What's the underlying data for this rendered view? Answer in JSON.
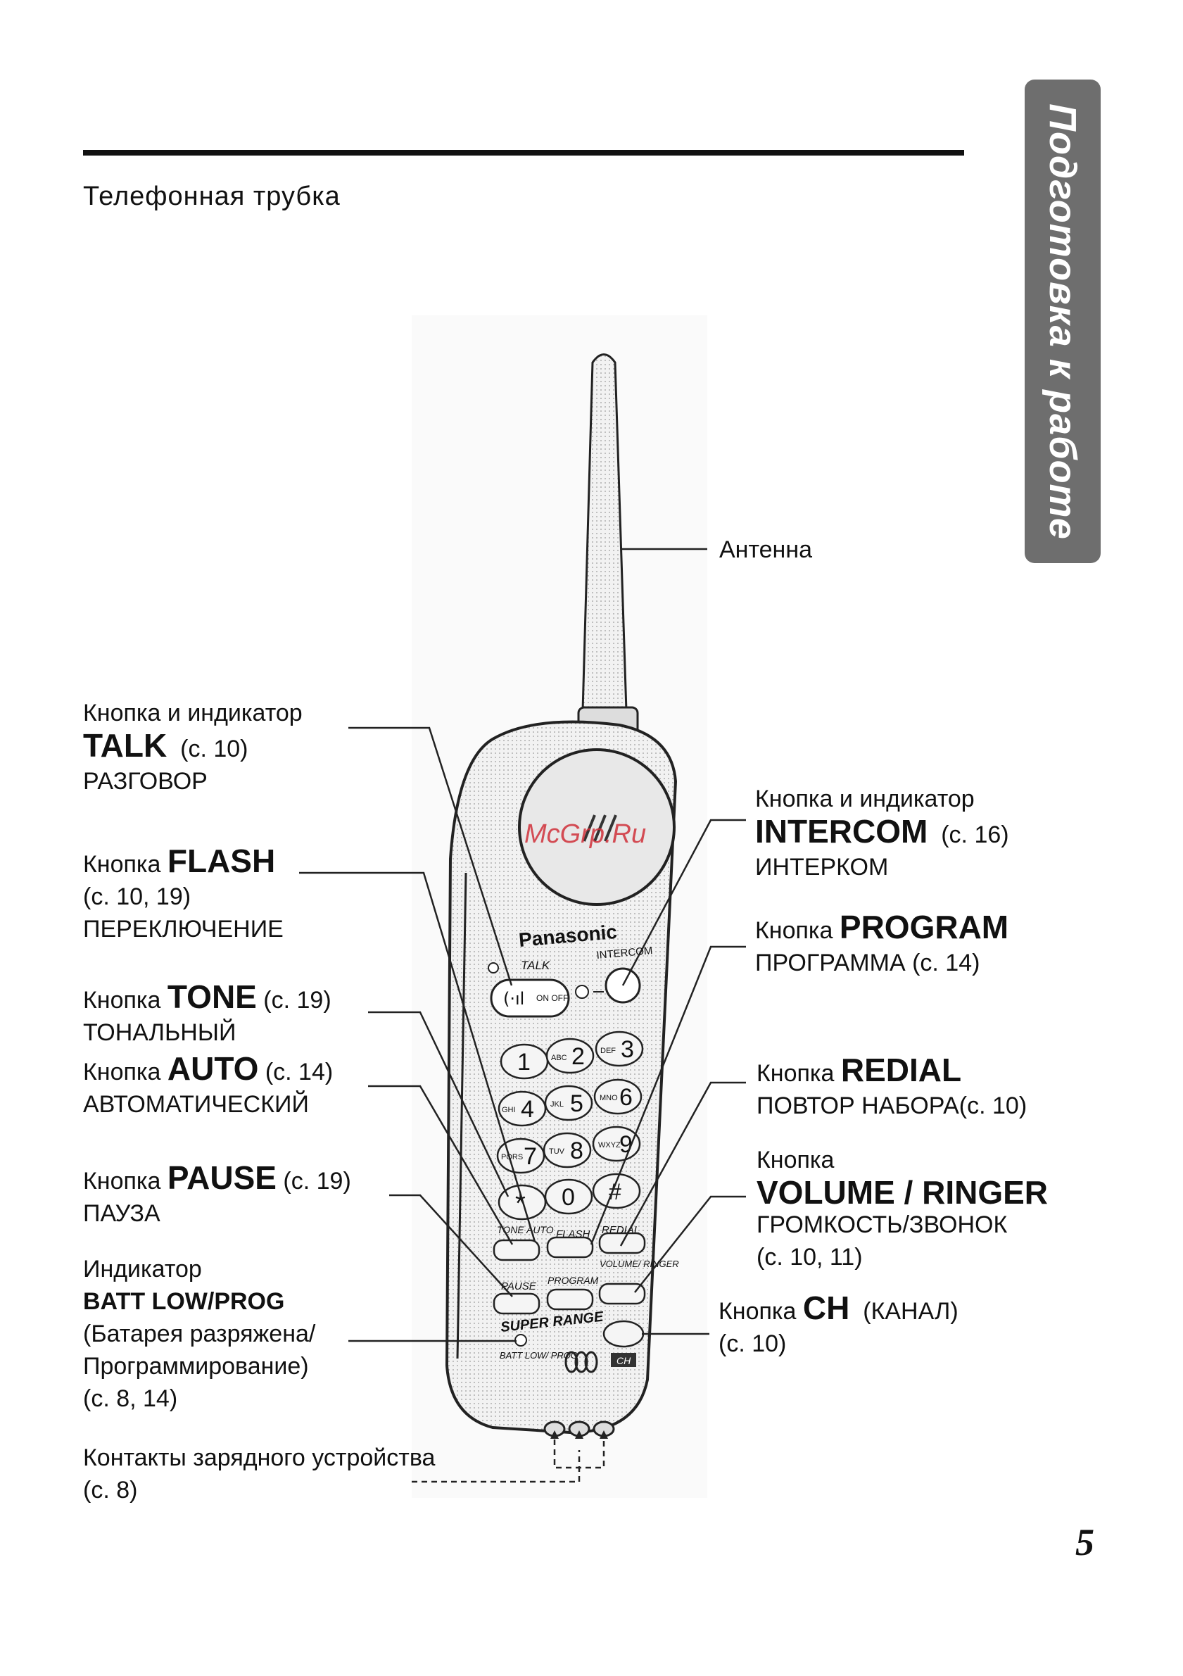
{
  "title": "Телефонная трубка",
  "side_tab": "Подготовка к работе",
  "page_number": "5",
  "watermark": "McGrp.Ru",
  "labels": {
    "antenna": "Антенна",
    "talk": {
      "line1": "Кнопка и индикатор",
      "name": "TALK",
      "page": "(с. 10)",
      "ru": "РАЗГОВОР"
    },
    "flash": {
      "prefix": "Кнопка",
      "name": "FLASH",
      "page": "(с. 10, 19)",
      "ru": "ПЕРЕКЛЮЧЕНИЕ"
    },
    "tone": {
      "prefix": "Кнопка",
      "name": "TONE",
      "page": "(с. 19)",
      "ru": "ТОНАЛЬНЫЙ"
    },
    "auto": {
      "prefix": "Кнопка",
      "name": "AUTO",
      "page": "(с. 14)",
      "ru": "АВТОМАТИЧЕСКИЙ"
    },
    "pause": {
      "prefix": "Кнопка",
      "name": "PAUSE",
      "page": "(с. 19)",
      "ru": "ПАУЗА"
    },
    "batt": {
      "prefix": "Индикатор",
      "name": "BATT LOW/PROG",
      "line3": "(Батарея разряжена/",
      "line4": "Программирование)",
      "page": "(с. 8, 14)"
    },
    "contacts": {
      "line1": "Контакты зарядного устройства",
      "page": "(с. 8)"
    },
    "intercom": {
      "line1": "Кнопка и индикатор",
      "name": "INTERCOM",
      "page": "(с. 16)",
      "ru": "ИНТЕРКОМ"
    },
    "program": {
      "prefix": "Кнопка",
      "name": "PROGRAM",
      "ru": "ПРОГРАММА (с. 14)"
    },
    "redial": {
      "prefix": "Кнопка",
      "name": "REDIAL",
      "ru": "ПОВТОР НАБОРА(с. 10)"
    },
    "volume": {
      "prefix": "Кнопка",
      "name": "VOLUME / RINGER",
      "ru": "ГРОМКОСТЬ/ЗВОНОК",
      "page": "(с. 10, 11)"
    },
    "ch": {
      "prefix": "Кнопка",
      "name": "CH",
      "suffix": "(КАНАЛ)",
      "page": "(с. 10)"
    }
  },
  "phone": {
    "brand": "Panasonic",
    "talk": "TALK",
    "intercom": "INTERCOM",
    "on_off": "ON OFF",
    "keys": [
      {
        "sub": "",
        "digit": "1"
      },
      {
        "sub": "ABC",
        "digit": "2"
      },
      {
        "sub": "DEF",
        "digit": "3"
      },
      {
        "sub": "GHI",
        "digit": "4"
      },
      {
        "sub": "JKL",
        "digit": "5"
      },
      {
        "sub": "MNO",
        "digit": "6"
      },
      {
        "sub": "PQRS",
        "digit": "7"
      },
      {
        "sub": "TUV",
        "digit": "8"
      },
      {
        "sub": "WXYZ",
        "digit": "9"
      },
      {
        "sub": "",
        "digit": "*"
      },
      {
        "sub": "",
        "digit": "0"
      },
      {
        "sub": "",
        "digit": "#"
      }
    ],
    "tone_auto": "TONE AUTO",
    "flash": "FLASH",
    "redial": "REDIAL",
    "pause": "PAUSE",
    "program": "PROGRAM",
    "volume_ringer": "VOLUME/ RINGER",
    "super_range": "SUPER RANGE",
    "batt_low_prog": "BATT LOW/ PROG",
    "ch": "CH"
  }
}
